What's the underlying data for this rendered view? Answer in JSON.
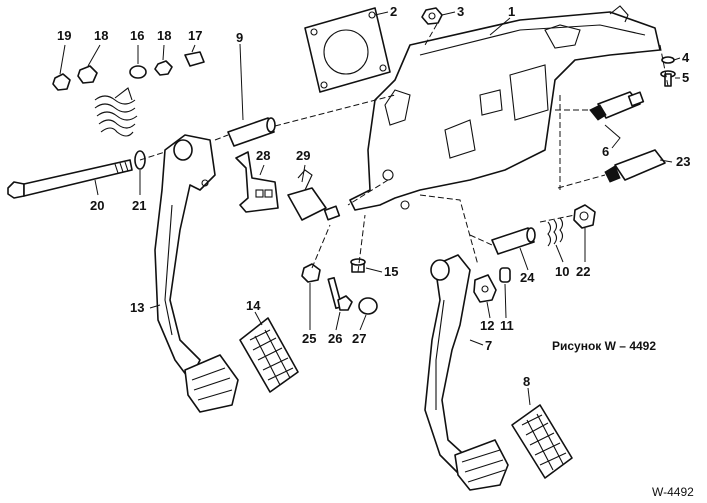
{
  "caption": "Рисунок W – 4492",
  "figure_code": "W-4492",
  "callouts": [
    {
      "id": "1",
      "text": "1"
    },
    {
      "id": "2",
      "text": "2"
    },
    {
      "id": "3",
      "text": "3"
    },
    {
      "id": "4",
      "text": "4"
    },
    {
      "id": "5",
      "text": "5"
    },
    {
      "id": "6",
      "text": "6"
    },
    {
      "id": "7",
      "text": "7"
    },
    {
      "id": "8",
      "text": "8"
    },
    {
      "id": "9",
      "text": "9"
    },
    {
      "id": "10",
      "text": "10"
    },
    {
      "id": "11",
      "text": "11"
    },
    {
      "id": "12",
      "text": "12"
    },
    {
      "id": "13",
      "text": "13"
    },
    {
      "id": "14",
      "text": "14"
    },
    {
      "id": "15",
      "text": "15"
    },
    {
      "id": "16",
      "text": "16"
    },
    {
      "id": "17",
      "text": "17"
    },
    {
      "id": "18a",
      "text": "18"
    },
    {
      "id": "18b",
      "text": "18"
    },
    {
      "id": "19",
      "text": "19"
    },
    {
      "id": "20",
      "text": "20"
    },
    {
      "id": "21",
      "text": "21"
    },
    {
      "id": "22",
      "text": "22"
    },
    {
      "id": "23",
      "text": "23"
    },
    {
      "id": "24",
      "text": "24"
    },
    {
      "id": "25",
      "text": "25"
    },
    {
      "id": "26",
      "text": "26"
    },
    {
      "id": "27",
      "text": "27"
    },
    {
      "id": "28",
      "text": "28"
    },
    {
      "id": "29",
      "text": "29"
    }
  ]
}
